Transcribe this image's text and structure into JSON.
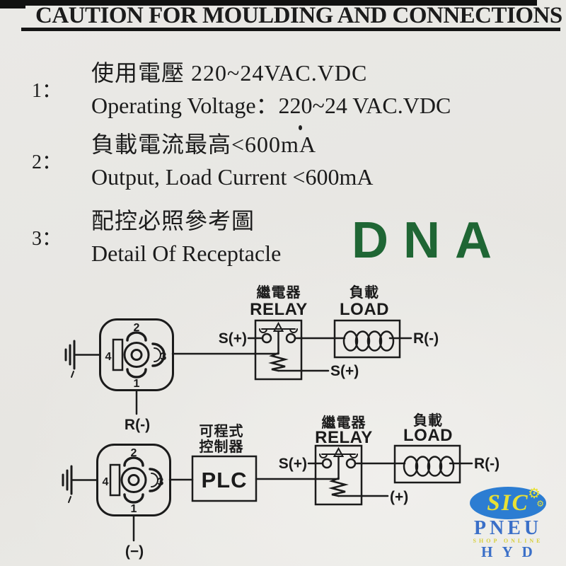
{
  "header": {
    "title": "CAUTION FOR MOULDING AND CONNECTIONS"
  },
  "items": [
    {
      "num": "1：",
      "zh": "使用電壓 220~24VAC.VDC",
      "en": "Operating Voltage：220~24 VAC.VDC"
    },
    {
      "num": "2：",
      "zh": "負載電流最高<600mA",
      "en": "Output, Load Current <600mA"
    },
    {
      "num": "3：",
      "zh": "配控必照參考圖",
      "en": "Detail Of Receptacle"
    }
  ],
  "watermark": {
    "text": "DNA"
  },
  "diagram1": {
    "relay_zh": "繼電器",
    "relay_en": "RELAY",
    "load_zh": "負載",
    "load_en": "LOAD",
    "pin_top": "2",
    "pin_left": "4",
    "pin_right": "3",
    "pin_bottom": "1",
    "label_s_plus_in": "S(+)",
    "label_s_plus_coil": "S(+)",
    "label_r_minus_out": "R(-)",
    "label_r_minus_pin1": "R(-)"
  },
  "diagram2": {
    "plc_zh1": "可程式",
    "plc_zh2": "控制器",
    "plc": "PLC",
    "relay_zh": "繼電器",
    "relay_en": "RELAY",
    "load_zh": "負載",
    "load_en": "LOAD",
    "pin_top": "2",
    "pin_left": "4",
    "pin_right": "3",
    "pin_bottom": "1",
    "label_s_plus_in": "S(+)",
    "label_plus_coil": "(+)",
    "label_r_minus_out": "R(-)",
    "label_minus_pin1": "(−)"
  },
  "logo": {
    "sic": "SIC",
    "pneu": "PNEU",
    "tagline": "SHOP ONLINE",
    "hyd": "HYD"
  },
  "colors": {
    "ink": "#1b1b1b",
    "paper": "#e9e8e4",
    "dna_green": "#1f6634",
    "logo_blue": "#2c7dd2",
    "logo_yellow": "#e8e135"
  }
}
